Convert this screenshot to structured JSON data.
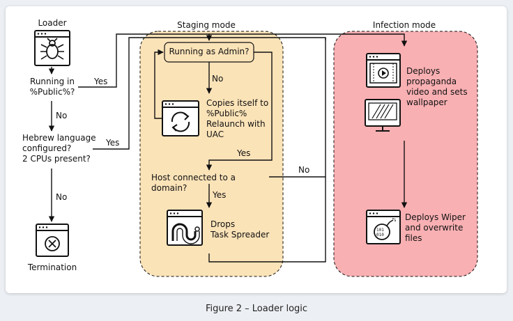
{
  "title_loader": "Loader",
  "zone_staging": "Staging mode",
  "zone_infection": "Infection mode",
  "q_running_public": "Running in\n%Public%?",
  "q_hebrew": "Hebrew language\nconfigured?\n2 CPUs present?",
  "q_admin": "Running as Admin?",
  "q_domain": "Host connected to a domain?",
  "act_copy": "Copies itself to\n%Public%\nRelaunch with\nUAC",
  "act_drops": "Drops\nTask Spreader",
  "act_video": "Deploys\npropaganda\nvideo and sets\nwallpaper",
  "act_wiper": "Deploys Wiper\nand overwrite\nfiles",
  "termination": "Termination",
  "edge_yes_1": "Yes",
  "edge_no_1": "No",
  "edge_yes_2": "Yes",
  "edge_no_2": "No",
  "edge_no_admin": "No",
  "edge_yes_copy": "Yes",
  "edge_yes_domain": "Yes",
  "edge_no_domain": "No",
  "caption": "Figure 2 – Loader logic",
  "colors": {
    "staging": "#fbe3b8",
    "infection": "#f9b0b3",
    "line": "#111111"
  },
  "icons": [
    "bug-window-icon",
    "sync-window-icon",
    "worm-window-icon",
    "video-window-icon",
    "monitor-icon",
    "bomb-window-icon",
    "close-window-icon"
  ]
}
